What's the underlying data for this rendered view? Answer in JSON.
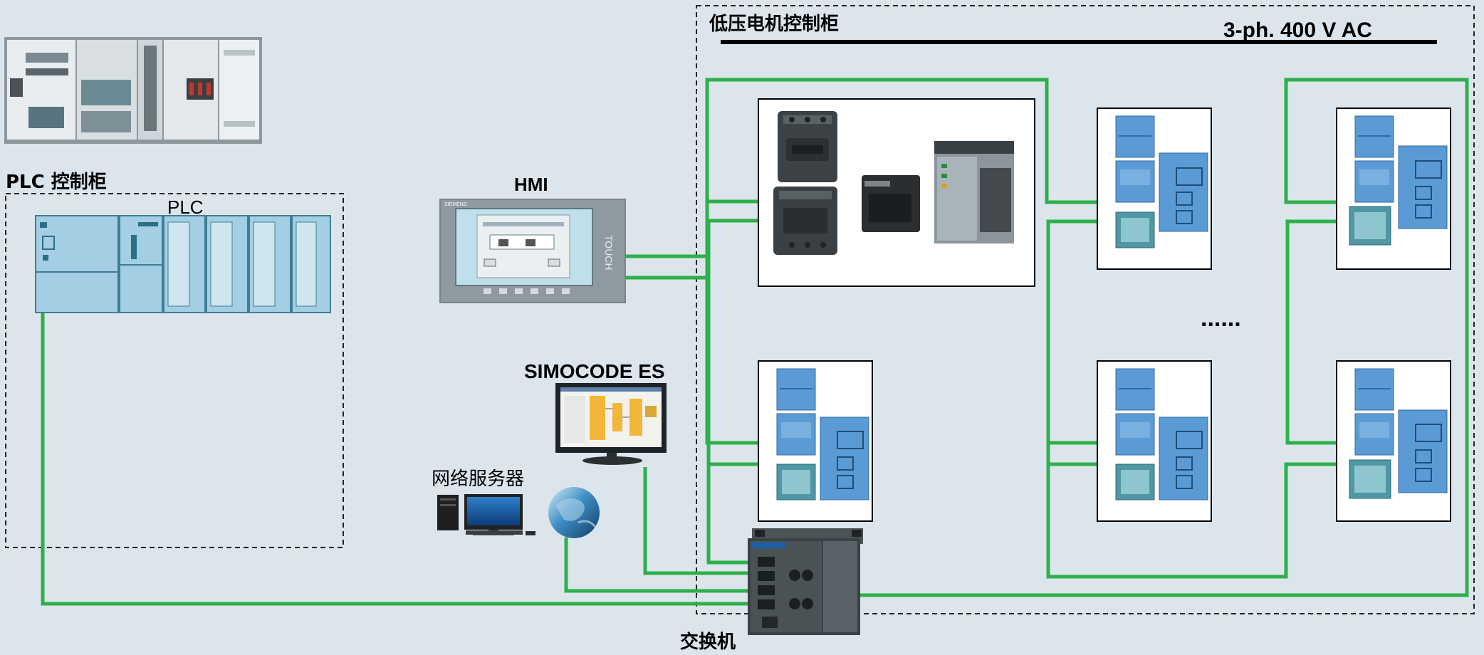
{
  "labels": {
    "mcc_cabinet": "低压电机控制柜",
    "voltage": "3-ph. 400 V AC",
    "plc_cabinet": "PLC 控制柜",
    "plc": "PLC",
    "hmi": "HMI",
    "hmi_brand": "SIEMENS",
    "hmi_touch": "TOUCH",
    "es": "SIMOCODE ES",
    "web_server": "网络服务器",
    "switch": "交换机",
    "ellipsis": "......"
  },
  "colors": {
    "background": "#dde5ec",
    "cable": "#2db04a",
    "module_blue": "#5b9bd5",
    "module_teal": "#4f97a4",
    "device_dark": "#2e3336"
  },
  "icons": {
    "plc": "plc-rack-icon",
    "hmi": "touch-panel-icon",
    "es": "engineering-monitor-icon",
    "server": "desktop-computer-icon",
    "globe": "globe-icon",
    "switch": "network-switch-icon",
    "starter": "motor-starter-icon",
    "cabinet": "cabinet-photo-icon"
  }
}
